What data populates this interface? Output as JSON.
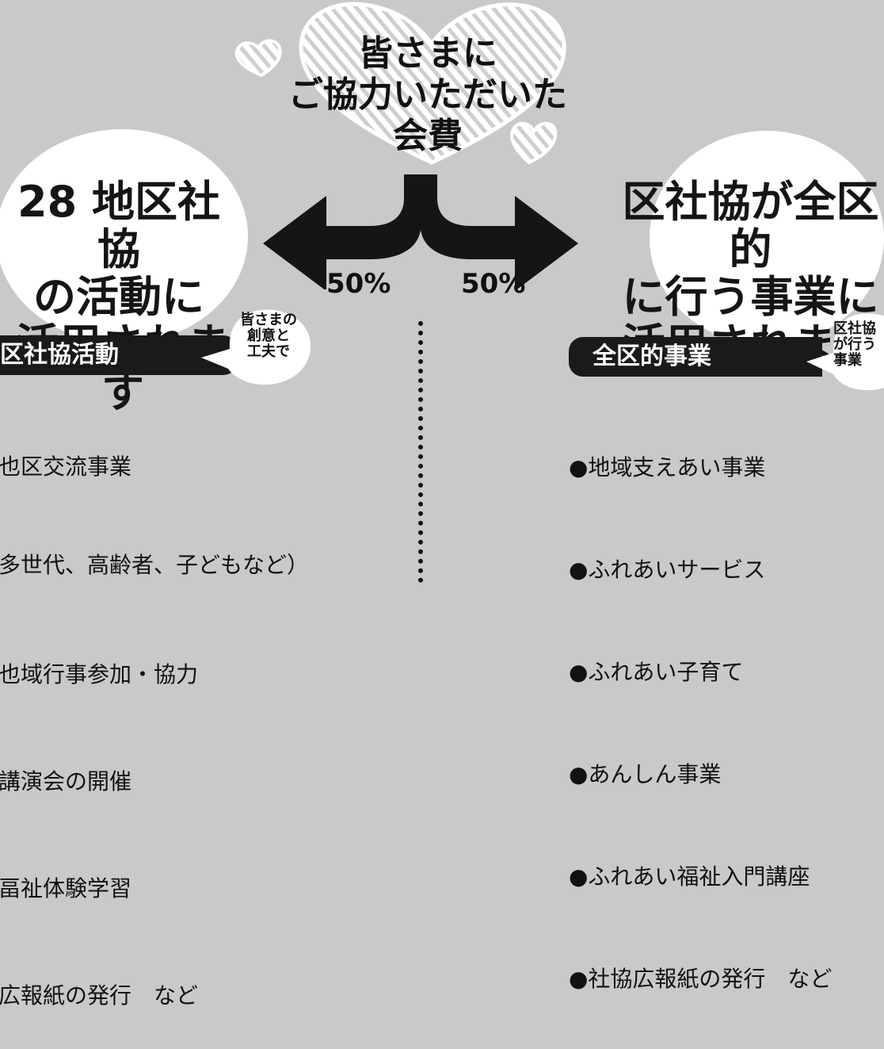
{
  "heart": {
    "lines": [
      "皆さまに",
      "ご協力いただいた",
      "会費"
    ]
  },
  "split": {
    "left_percent": "50%",
    "right_percent": "50%"
  },
  "left": {
    "headline": [
      "28 地区社協",
      "の活動に",
      "活用されます"
    ],
    "tab_label": "区社協活動",
    "bubble": [
      "皆さまの",
      "創意と",
      "工夫で"
    ],
    "items": [
      "也区交流事業",
      "多世代、高齢者、子どもなど）",
      "也域行事参加・協力",
      "講演会の開催",
      "畐祉体験学習",
      "広報紙の発行　など"
    ]
  },
  "right": {
    "headline": [
      "区社協が全区的",
      "に行う事業に",
      "活用されます"
    ],
    "tab_label": "全区的事業",
    "bubble": [
      "区社協",
      "が行う",
      "事業"
    ],
    "items": [
      "●地域支えあい事業",
      "●ふれあいサービス",
      "●ふれあい子育て",
      "●あんしん事業",
      "●ふれあい福祉入門講座",
      "●社協広報紙の発行　など"
    ]
  }
}
